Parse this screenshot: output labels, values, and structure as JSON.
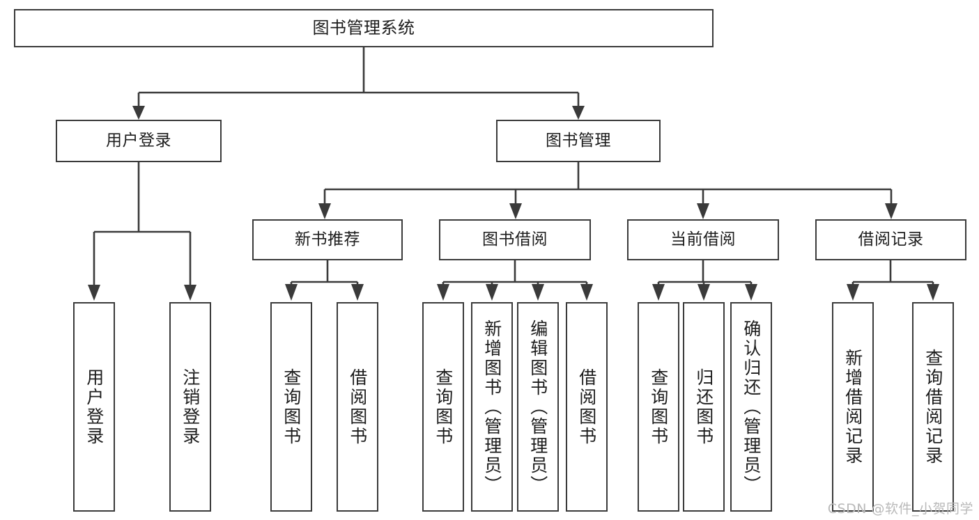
{
  "diagram": {
    "type": "tree-hierarchy",
    "title": "图书管理系统",
    "watermark": "CSDN @软件_小贺同学",
    "colors": {
      "stroke": "#3a3a3a",
      "fill": "#ffffff",
      "text": "#1c1c1c",
      "watermark": "#b9b9b9"
    },
    "levels": {
      "root": {
        "label": "图书管理系统"
      },
      "level2": [
        {
          "id": "user-login",
          "label": "用户登录"
        },
        {
          "id": "book-manage",
          "label": "图书管理"
        }
      ],
      "level3": [
        {
          "id": "new-book-recommend",
          "label": "新书推荐",
          "parent": "book-manage"
        },
        {
          "id": "book-borrow",
          "label": "图书借阅",
          "parent": "book-manage"
        },
        {
          "id": "current-borrow",
          "label": "当前借阅",
          "parent": "book-manage"
        },
        {
          "id": "borrow-record",
          "label": "借阅记录",
          "parent": "book-manage"
        }
      ],
      "leaves": [
        {
          "id": "leaf-user-login",
          "label": "用户登录",
          "parent": "user-login"
        },
        {
          "id": "leaf-logout",
          "label": "注销登录",
          "parent": "user-login"
        },
        {
          "id": "leaf-query-book-1",
          "label": "查询图书",
          "parent": "new-book-recommend"
        },
        {
          "id": "leaf-borrow-book-1",
          "label": "借阅图书",
          "parent": "new-book-recommend"
        },
        {
          "id": "leaf-query-book-2",
          "label": "查询图书",
          "parent": "book-borrow"
        },
        {
          "id": "leaf-add-book",
          "label": "新增图书（管理员）",
          "parent": "book-borrow"
        },
        {
          "id": "leaf-edit-book",
          "label": "编辑图书（管理员）",
          "parent": "book-borrow"
        },
        {
          "id": "leaf-borrow-book-2",
          "label": "借阅图书",
          "parent": "book-borrow"
        },
        {
          "id": "leaf-query-book-3",
          "label": "查询图书",
          "parent": "current-borrow"
        },
        {
          "id": "leaf-return-book",
          "label": "归还图书",
          "parent": "current-borrow"
        },
        {
          "id": "leaf-confirm-return",
          "label": "确认归还（管理员）",
          "parent": "current-borrow"
        },
        {
          "id": "leaf-add-record",
          "label": "新增借阅记录",
          "parent": "borrow-record"
        },
        {
          "id": "leaf-query-record",
          "label": "查询借阅记录",
          "parent": "borrow-record"
        }
      ]
    }
  }
}
